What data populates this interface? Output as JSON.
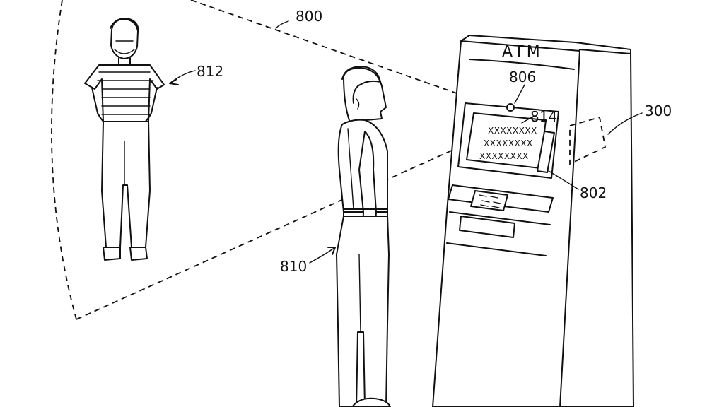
{
  "labels": {
    "zone": "800",
    "bystander": "812",
    "user": "810",
    "sensor": "806",
    "display_region": "814",
    "device": "300",
    "card_slot": "802"
  },
  "atm": {
    "title": "ATM",
    "screen_lines": [
      "XXXXXXXX",
      "XXXXXXXX",
      "XXXXXXXX"
    ]
  }
}
